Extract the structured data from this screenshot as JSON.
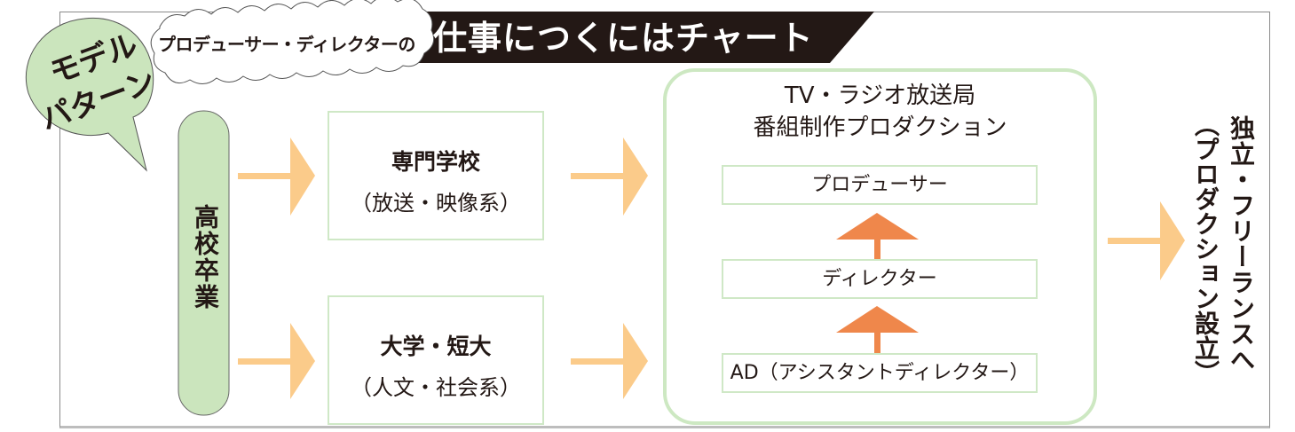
{
  "title": {
    "badge": "モデルパターン",
    "badge_line1": "モデル",
    "badge_line2": "パターン",
    "cloud_text": "プロデューサー・ディレクターの",
    "main_text": "仕事につくにはチャート"
  },
  "start": {
    "label": "高校卒業"
  },
  "education": [
    {
      "title": "専門学校",
      "subtitle": "（放送・映像系）"
    },
    {
      "title": "大学・短大",
      "subtitle": "（人文・社会系）"
    }
  ],
  "organization": {
    "title_line1": "TV・ラジオ放送局",
    "title_line2": "番組制作プロダクション",
    "roles": [
      {
        "label": "プロデューサー"
      },
      {
        "label": "ディレクター"
      },
      {
        "label": "AD（アシスタントディレクター）"
      }
    ]
  },
  "outcome": {
    "line1": "独立・フリーランスへ",
    "line2": "（プロダクション設立）"
  },
  "colors": {
    "green_fill": "#cbe5bd",
    "green_border": "#cfe8c6",
    "flow_arrow": "#fbcb8a",
    "promotion_arrow": "#ef874b",
    "title_band": "#231815"
  }
}
